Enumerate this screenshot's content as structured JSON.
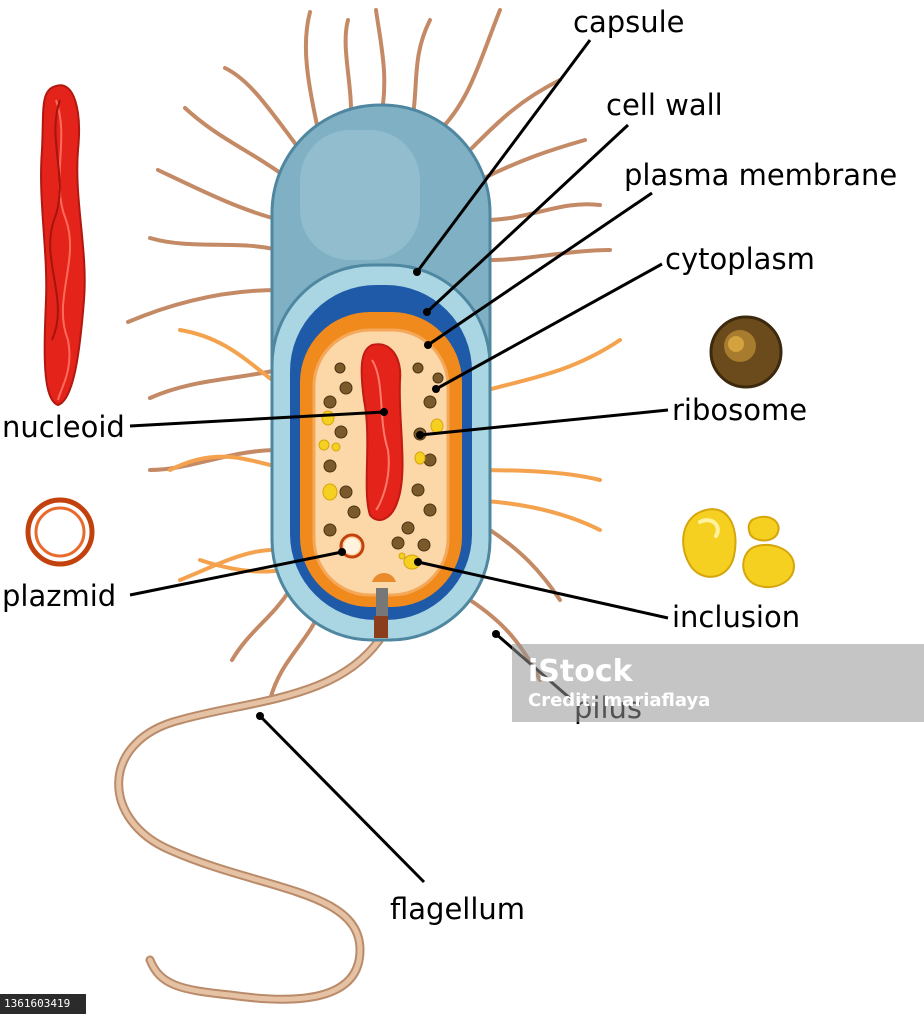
{
  "labels": {
    "capsule": "capsule",
    "cell_wall": "cell wall",
    "plasma_membrane": "plasma membrane",
    "cytoplasm": "cytoplasm",
    "nucleoid": "nucleoid",
    "ribosome": "ribosome",
    "plazmid": "plazmid",
    "inclusion": "inclusion",
    "pilus": "pilus",
    "flagellum": "flagellum"
  },
  "watermark": {
    "logo": "iStock",
    "credit": "Credit: mariaflaya"
  },
  "stock_id": "1361603419",
  "colors": {
    "capsule": "#7fb0c4",
    "cell_wall": "#1f5aa8",
    "membrane": "#f08a1c",
    "cytoplasm": "#fcd7a8",
    "nucleoid": "#e4231b",
    "ribosome": "#7a5a2a",
    "inclusion": "#f5d021",
    "pili": "#c48a66",
    "flagellum": "#d9ad8a"
  }
}
